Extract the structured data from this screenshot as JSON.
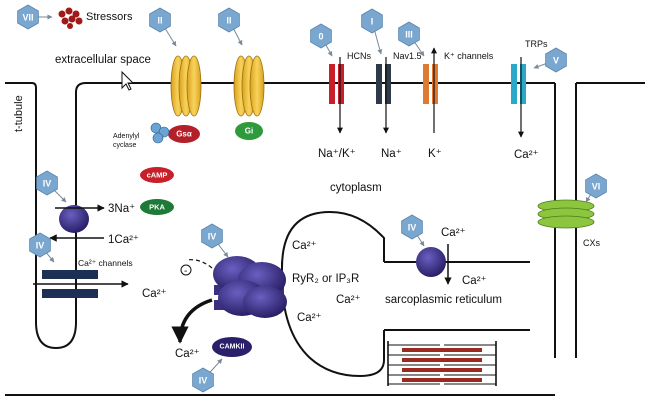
{
  "labels": {
    "stressors": "Stressors",
    "extracellular": "extracellular space",
    "ttubule": "t-tubule",
    "adenylyl1": "Adenylyl",
    "adenylyl2": "cyclase",
    "gsa": "Gsα",
    "gi": "Gi",
    "camp": "cAMP",
    "pka": "PKA",
    "hcns": "HCNs",
    "nav": "Nav1.5",
    "kchan": "K⁺ channels",
    "trps": "TRPs",
    "na_k": "Na⁺/K⁺",
    "na": "Na⁺",
    "k": "K⁺",
    "ca_trp": "Ca²⁺",
    "cytoplasm": "cytoplasm",
    "na3": "3Na⁺",
    "ca1": "1Ca²⁺",
    "ca_channels": "Ca²⁺ channels",
    "ca_left": "Ca²⁺",
    "ca_down": "Ca²⁺",
    "camkii": "CAMKII",
    "ca_sr_top": "Ca²⁺",
    "ryr": "RyR₂ or IP₃R",
    "ca_sr_mid": "Ca²⁺",
    "ca_sr_bot": "Ca²⁺",
    "ca_pump": "Ca²⁺",
    "ca_pump2": "Ca²⁺",
    "sr": "sarcoplasmic reticulum",
    "cxs": "CXs",
    "minus": "-"
  },
  "hex_badges": {
    "stress": "VII",
    "gs": "II",
    "gi": "II",
    "hcn": "0",
    "nav": "I",
    "k": "III",
    "trp": "V",
    "cx": "VI",
    "ncx": "IV",
    "cachan": "IV",
    "ryr": "IV",
    "serca": "IV",
    "camk": "IV"
  },
  "colors": {
    "hex": "#7aa7cf",
    "receptor": "#f2c33a",
    "gs": "#b3202a",
    "gi": "#2f9a3c",
    "hcn": "#c8202a",
    "nav": "#2e3a4a",
    "kch": "#e07a30",
    "trp": "#2aa8c9",
    "cx": "#8cc63f",
    "protein": "#3b2f80",
    "stressor": "#a01818"
  }
}
